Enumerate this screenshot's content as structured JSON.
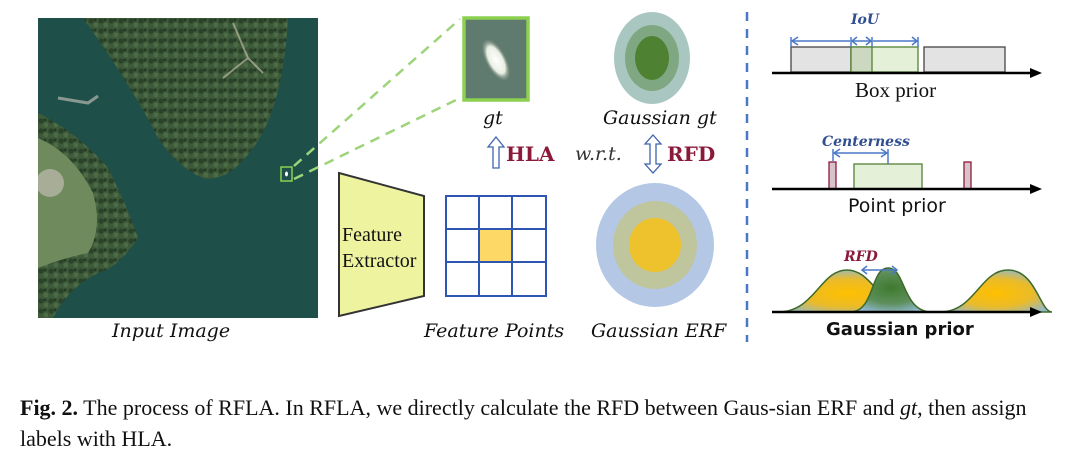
{
  "figure": {
    "left_panel": {
      "input_image_label": "Input Image",
      "gt_label": "gt",
      "gaussian_gt_label": "Gaussian gt",
      "hla_label": "HLA",
      "wrt_label": "w.r.t.",
      "rfd_label": "RFD",
      "feature_extractor_line1": "Feature",
      "feature_extractor_line2": "Extractor",
      "feature_points_label": "Feature Points",
      "gaussian_erf_label": "Gaussian ERF"
    },
    "right_panel": {
      "box_prior": {
        "title": "Box prior",
        "annotation": "IoU"
      },
      "point_prior": {
        "title": "Point prior",
        "annotation": "Centerness"
      },
      "gaussian_prior": {
        "title": "Gaussian prior",
        "annotation": "RFD"
      }
    },
    "colors": {
      "accent_label": "#8b1a3a",
      "arrow_blue": "#4a78c8",
      "gt_box_green": "#8cd050",
      "extractor_fill": "#eef3a0",
      "grid_blue": "#2f55b4",
      "feature_highlight": "#fdd866",
      "gaussian_gt_outer": "#a9c6c1",
      "gaussian_gt_mid": "#7fa882",
      "gaussian_gt_inner": "#4e8232",
      "erf_outer": "#b4c8e6",
      "erf_mid": "#bfc59c",
      "erf_inner": "#eec22c",
      "water": "#1e5049"
    }
  },
  "caption": {
    "label": "Fig. 2.",
    "text_part1": " The process of RFLA. In RFLA, we directly calculate the RFD between Gaus-sian ERF and ",
    "text_italic": "gt",
    "text_part2": ", then assign labels with HLA."
  }
}
